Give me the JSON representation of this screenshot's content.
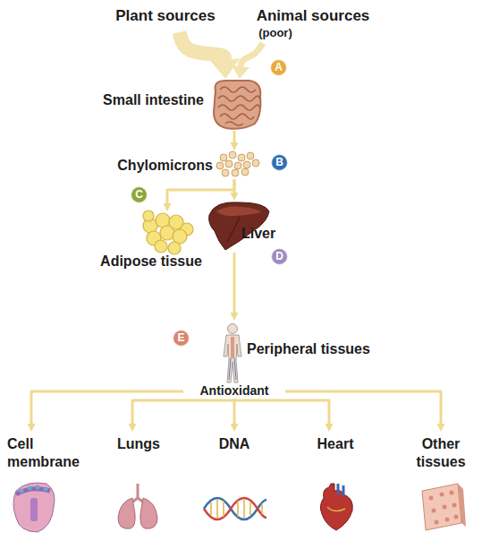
{
  "diagram": {
    "nodes": [
      {
        "text": [
          "Plant sources"
        ]
      },
      {
        "text": [
          "Animal sources",
          "(poor)"
        ]
      },
      {
        "text": [
          "A"
        ]
      },
      {
        "text": [
          "Small intestine"
        ]
      },
      {
        "text": [
          "Chylomicrons"
        ]
      },
      {
        "text": [
          "B"
        ]
      },
      {
        "text": [
          "C"
        ]
      },
      {
        "text": [
          "Adipose tissue"
        ]
      },
      {
        "text": [
          "Liver"
        ]
      },
      {
        "text": [
          "D"
        ]
      },
      {
        "text": [
          "E"
        ]
      },
      {
        "text": [
          "Peripheral tissues"
        ]
      },
      {
        "text": [
          "Cell membrane"
        ]
      },
      {
        "text": [
          "Lungs"
        ]
      },
      {
        "text": [
          "DNA"
        ]
      },
      {
        "text": [
          "Heart"
        ]
      },
      {
        "text": [
          "Other tissues"
        ]
      }
    ],
    "edges": [
      {
        "from": 0,
        "to": 3,
        "arrow": "to"
      },
      {
        "from": 1,
        "to": 3,
        "arrow": "to"
      },
      {
        "from": 3,
        "to": 4,
        "arrow": "to"
      },
      {
        "from": 4,
        "to": 7,
        "arrow": "to"
      },
      {
        "from": 4,
        "to": 8,
        "arrow": "to"
      },
      {
        "from": 8,
        "to": 11,
        "arrow": "to"
      },
      {
        "from": 11,
        "to": 12,
        "arrow": "to"
      },
      {
        "from": 11,
        "to": 13,
        "arrow": "to"
      },
      {
        "from": 11,
        "to": 14,
        "arrow": "to"
      },
      {
        "from": 11,
        "to": 15,
        "arrow": "to"
      },
      {
        "from": 11,
        "to": 16,
        "arrow": "to"
      }
    ],
    "labels": [
      "Antioxidant"
    ]
  }
}
